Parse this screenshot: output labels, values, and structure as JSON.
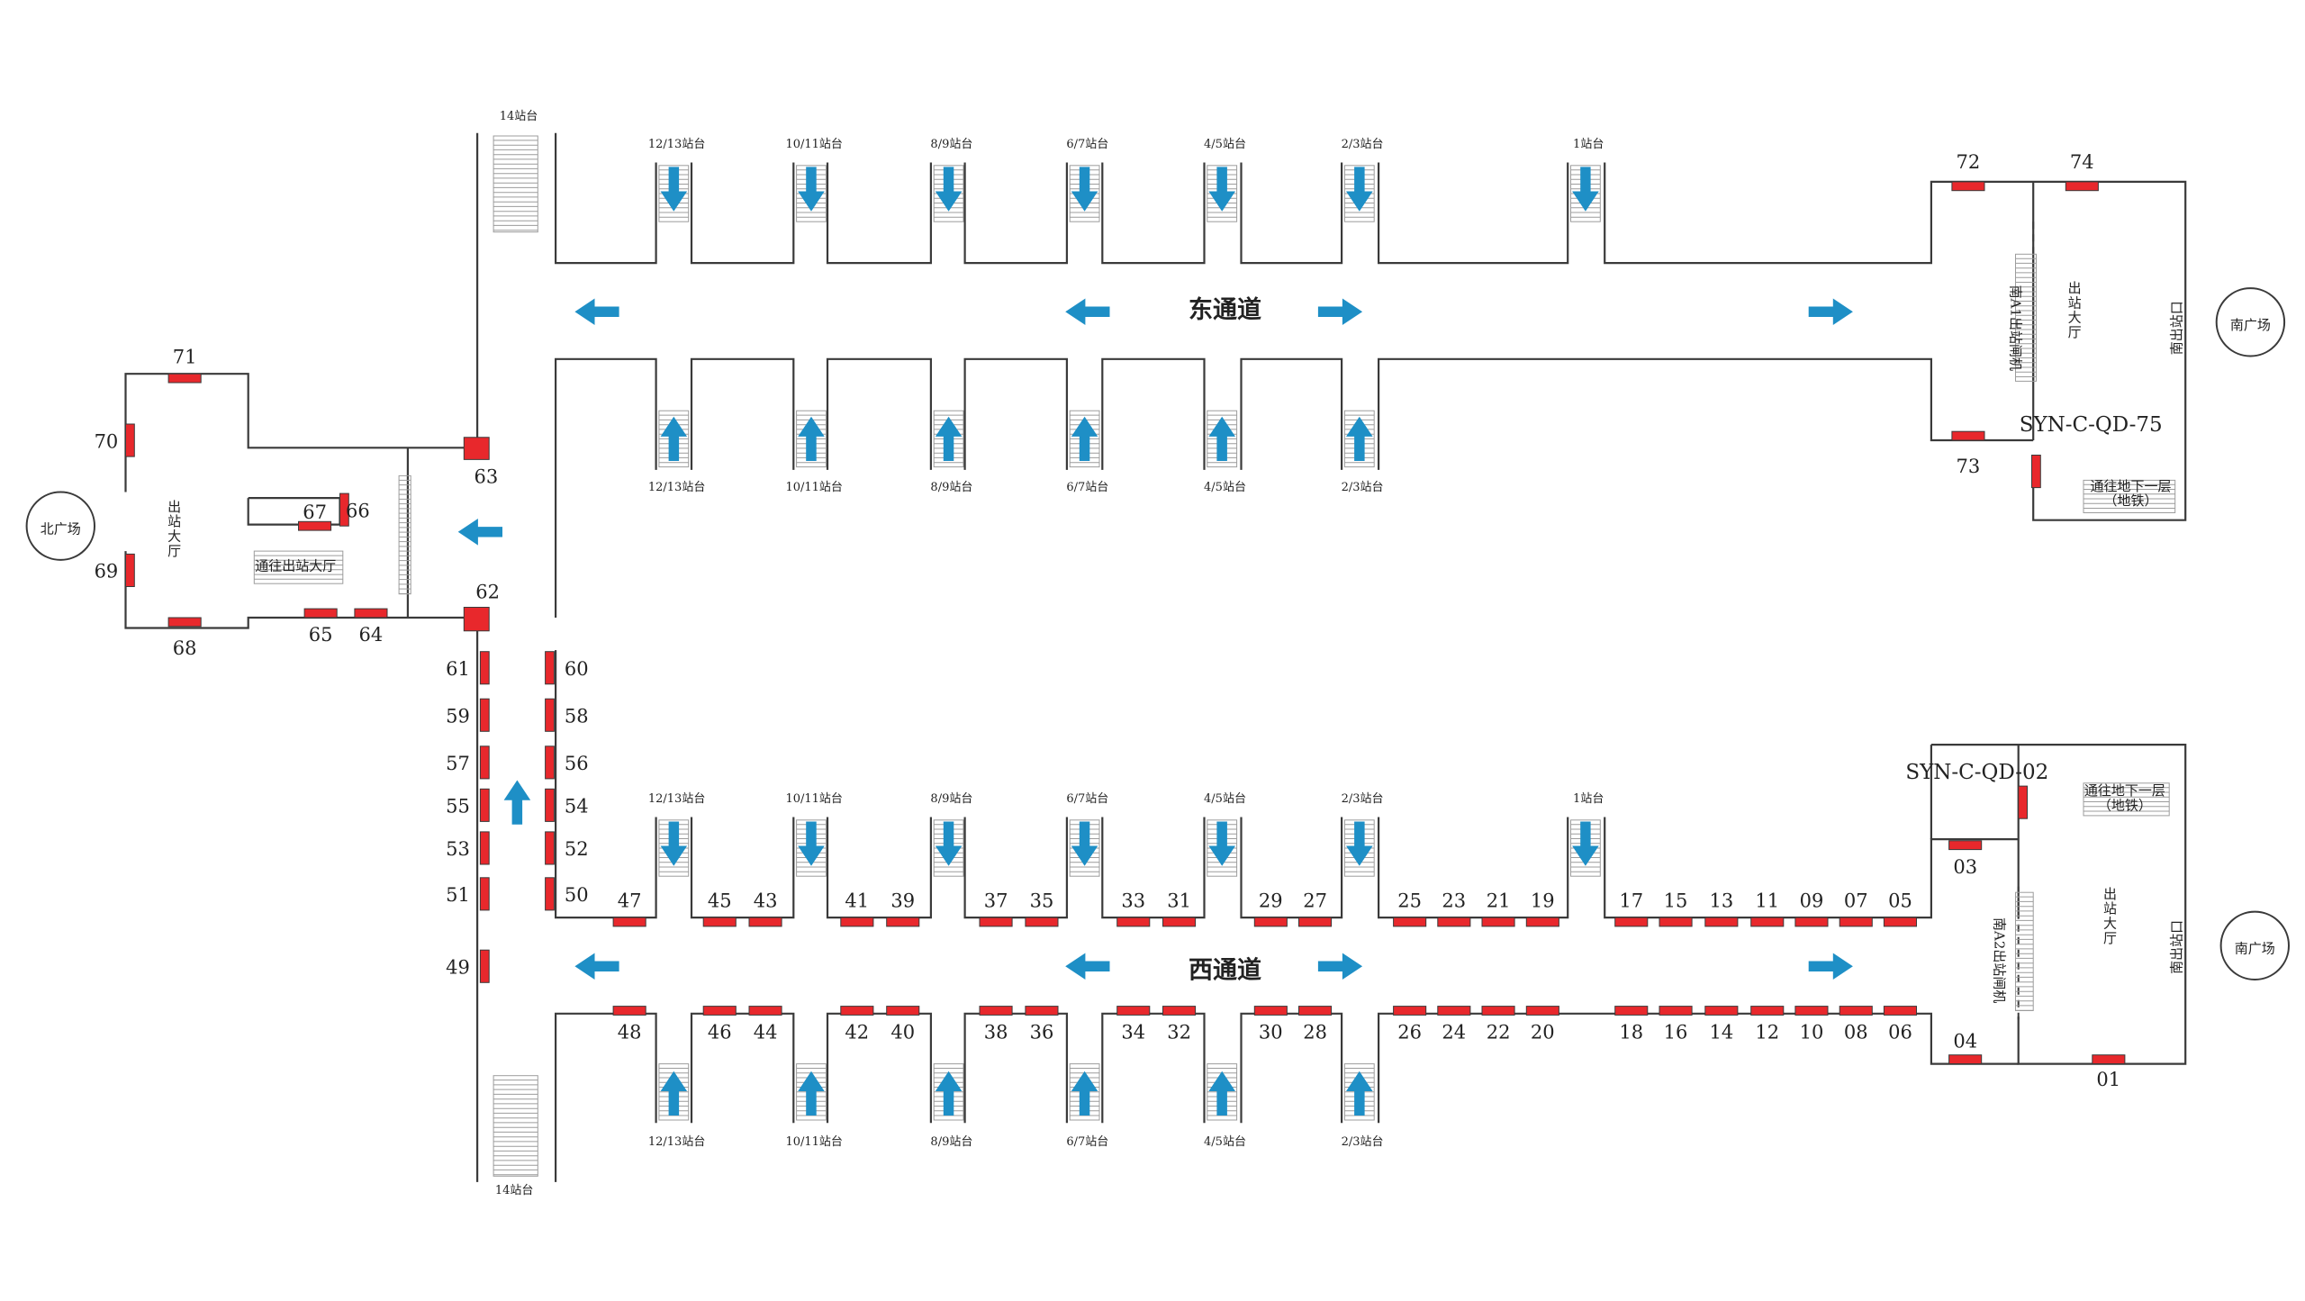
{
  "colors": {
    "wall": "#3a3a3a",
    "ad": "#e8282c",
    "arrow": "#1e8fc6",
    "stair": "#9c9c9c"
  },
  "icons": {
    "arrow": "arrow-icon",
    "stair": "stair-icon",
    "ad": "ad-board-icon"
  },
  "labels": {
    "east_channel": "东通道",
    "west_channel": "西通道",
    "north_plaza": "北广场",
    "south_plaza": "南广场",
    "north_hall": "出\n站\n大\n厅",
    "north_hall_to": "通往出站大厅",
    "south_hall": "出\n站\n大\n厅",
    "south_exit": "南出站口",
    "a1_gate": "南A1出站闸机",
    "a2_gate": "南A2出站闸机",
    "to_metro": "通往地下一层\n（地铁）",
    "platform_14": "14站台"
  },
  "codes": {
    "c75": "SYN-C-QD-75",
    "c02": "SYN-C-QD-02"
  },
  "platform_labels": [
    "12/13站台",
    "10/11站台",
    "8/9站台",
    "6/7站台",
    "4/5站台",
    "2/3站台",
    "1站台"
  ],
  "ads": [
    "01",
    "03",
    "04",
    "05",
    "06",
    "07",
    "08",
    "09",
    "10",
    "11",
    "12",
    "13",
    "14",
    "15",
    "16",
    "17",
    "18",
    "19",
    "20",
    "21",
    "22",
    "23",
    "24",
    "25",
    "26",
    "27",
    "28",
    "29",
    "30",
    "31",
    "32",
    "33",
    "34",
    "35",
    "36",
    "37",
    "38",
    "39",
    "40",
    "41",
    "42",
    "43",
    "44",
    "45",
    "46",
    "47",
    "48",
    "49",
    "50",
    "51",
    "52",
    "53",
    "54",
    "55",
    "56",
    "57",
    "58",
    "59",
    "60",
    "61",
    "62",
    "63",
    "64",
    "65",
    "66",
    "67",
    "68",
    "69",
    "70",
    "71",
    "72",
    "73",
    "74"
  ]
}
